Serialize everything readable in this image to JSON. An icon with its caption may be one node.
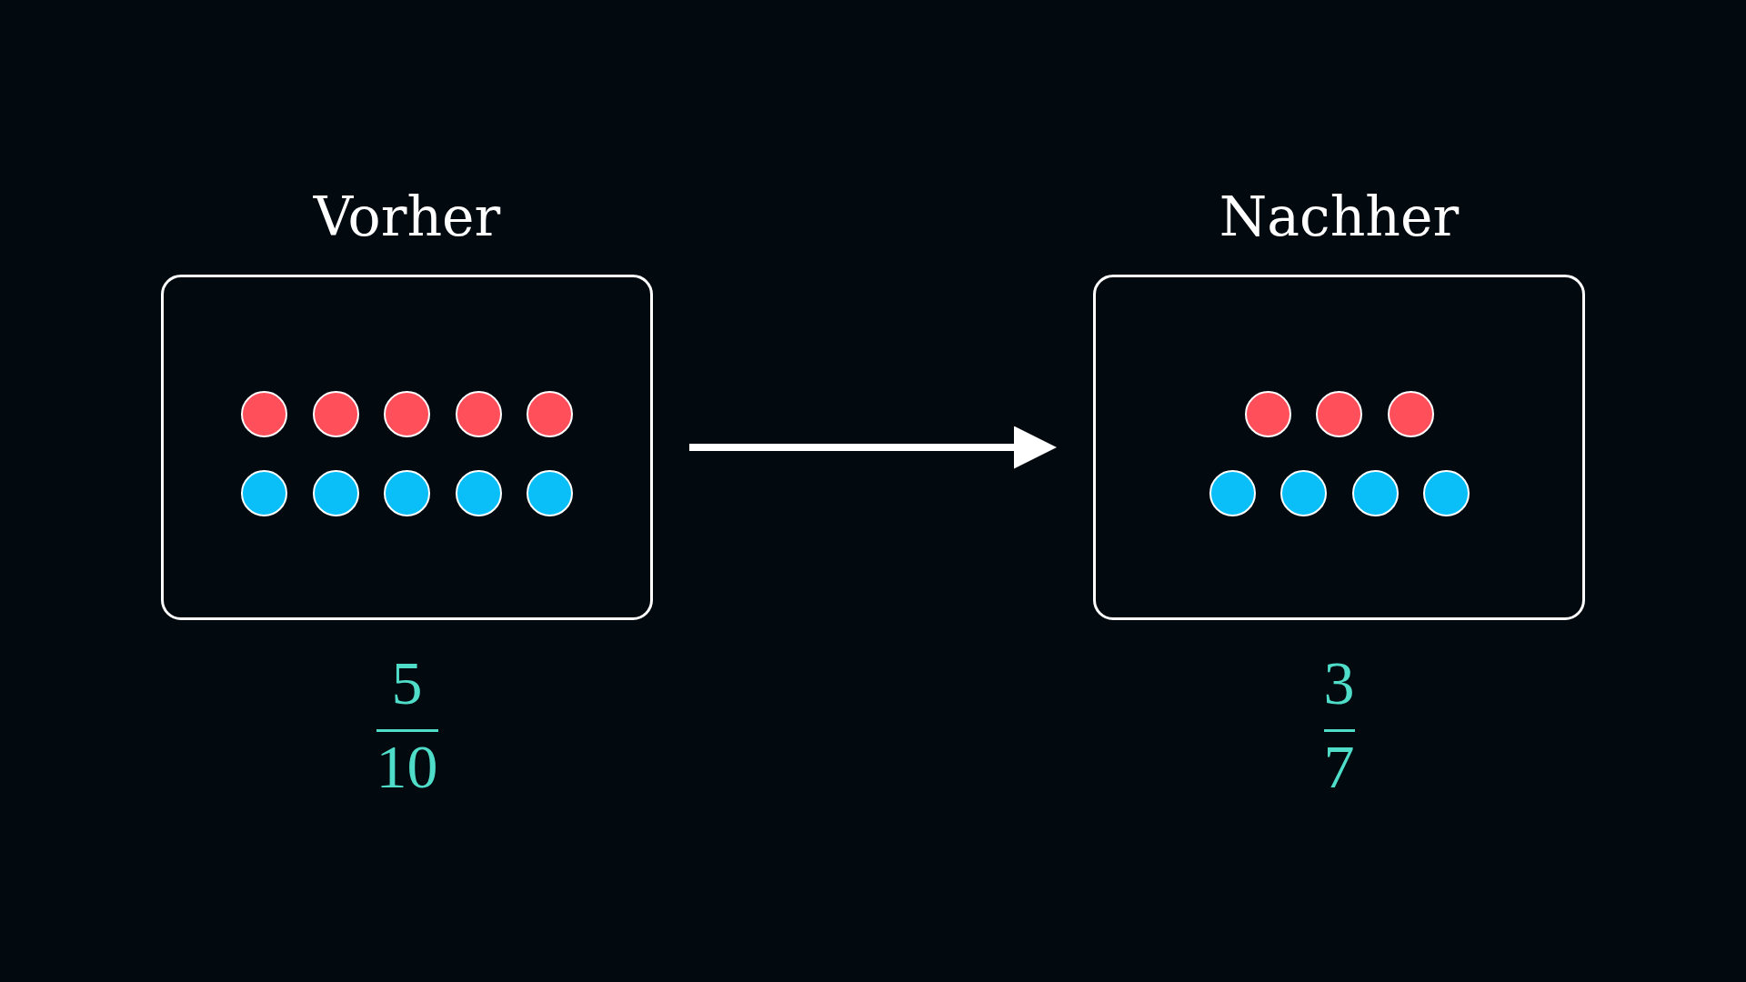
{
  "diagram": {
    "nodes": [
      {
        "text": [
          "Vorher"
        ],
        "beside": [
          "5",
          "10"
        ]
      },
      {
        "text": [],
        "shape": "circle",
        "in": 0
      },
      {
        "text": [],
        "shape": "circle",
        "in": 0
      },
      {
        "text": [],
        "shape": "circle",
        "in": 0
      },
      {
        "text": [],
        "shape": "circle",
        "in": 0
      },
      {
        "text": [],
        "shape": "circle",
        "in": 0
      },
      {
        "text": [],
        "shape": "circle",
        "in": 0
      },
      {
        "text": [],
        "shape": "circle",
        "in": 0
      },
      {
        "text": [],
        "shape": "circle",
        "in": 0
      },
      {
        "text": [],
        "shape": "circle",
        "in": 0
      },
      {
        "text": [],
        "shape": "circle",
        "in": 0
      },
      {
        "text": [
          "Nachher"
        ],
        "beside": [
          "3",
          "7"
        ]
      },
      {
        "text": [],
        "shape": "circle",
        "in": 11
      },
      {
        "text": [],
        "shape": "circle",
        "in": 11
      },
      {
        "text": [],
        "shape": "circle",
        "in": 11
      },
      {
        "text": [],
        "shape": "circle",
        "in": 11
      },
      {
        "text": [],
        "shape": "circle",
        "in": 11
      },
      {
        "text": [],
        "shape": "circle",
        "in": 11
      },
      {
        "text": [],
        "shape": "circle",
        "in": 11
      }
    ],
    "edges": [
      {
        "from": 0,
        "to": 11,
        "arrow": "to"
      }
    ]
  }
}
